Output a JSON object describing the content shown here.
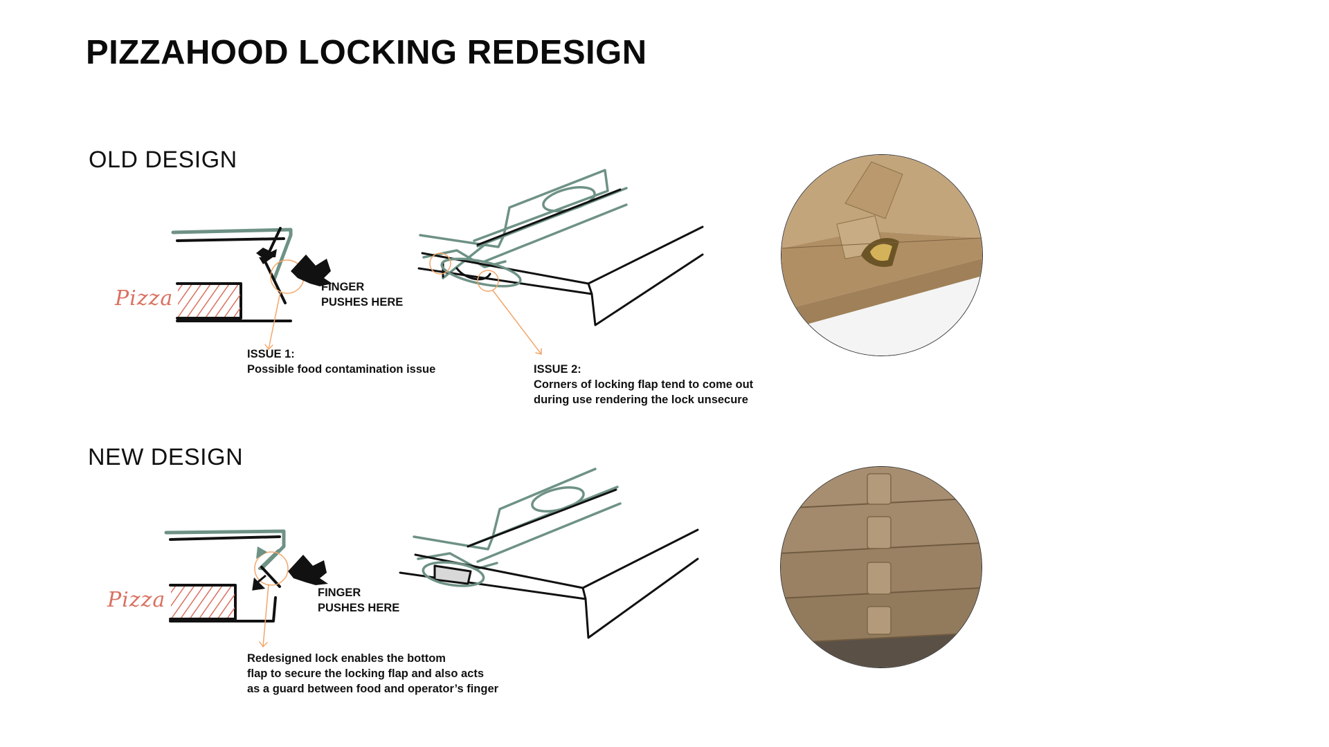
{
  "title": "PIZZAHOOD LOCKING REDESIGN",
  "old_design": {
    "heading": "OLD DESIGN",
    "food_label": "Pizza",
    "finger_label": [
      "FINGER",
      "PUSHES HERE"
    ],
    "issue1": {
      "title": "ISSUE 1:",
      "text": "Possible food contamination issue"
    },
    "issue2": {
      "title": "ISSUE 2:",
      "lines": [
        "Corners of locking flap tend to come out",
        "during use rendering the lock unsecure"
      ]
    }
  },
  "new_design": {
    "heading": "NEW DESIGN",
    "food_label": "Pizza",
    "finger_label": [
      "FINGER",
      "PUSHES HERE"
    ],
    "note_lines": [
      "Redesigned lock enables the bottom",
      "flap to secure the locking flap and also acts",
      "as a guard between food and operator’s finger"
    ]
  },
  "colors": {
    "sketch_green": "#6e9285",
    "pizza_red": "#d9705f",
    "callout_orange": "#f2a66a",
    "ink": "#111111",
    "cardboard": "#b89b74"
  }
}
